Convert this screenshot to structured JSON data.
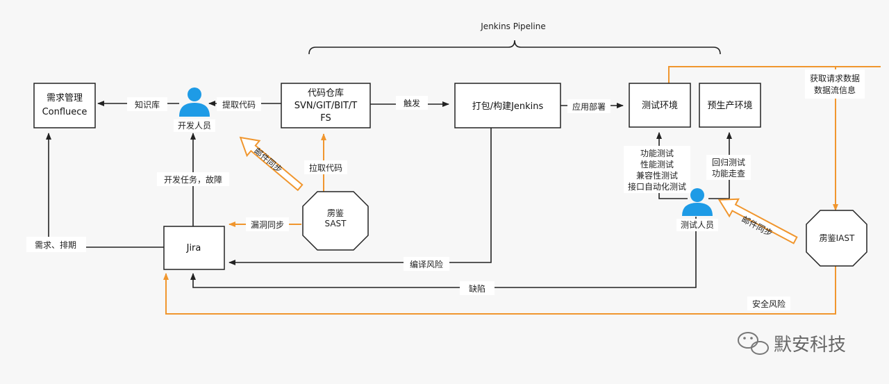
{
  "pipeline": {
    "title": "Jenkins Pipeline"
  },
  "nodes": {
    "req": {
      "line1": "需求管理",
      "line2": "Confluece"
    },
    "dev": {
      "label": "开发人员"
    },
    "repo": {
      "line1": "代码仓库",
      "line2": "SVN/GIT/BIT/T",
      "line3": "FS"
    },
    "build": {
      "label": "打包/构建Jenkins"
    },
    "test_env": {
      "label": "测试环境"
    },
    "preprod": {
      "label": "预生产环境"
    },
    "sast": {
      "line1": "雳鉴",
      "line2": "SAST"
    },
    "iast": {
      "label": "雳鉴IAST"
    },
    "jira": {
      "label": "Jira"
    },
    "tester": {
      "label": "测试人员"
    }
  },
  "edges": {
    "knowledge": "知识库",
    "pull_code_dev": "提取代码",
    "trigger": "触发",
    "deploy": "应用部署",
    "fetch_code": "拉取代码",
    "mail_sync_left": "邮件同步",
    "dev_task": "开发任务，故障",
    "vuln_sync": "漏洞同步",
    "requirement": "需求、排期",
    "compile_risk": "编译风险",
    "defect": "缺陷",
    "test_items": [
      "功能测试",
      "性能测试",
      "兼容性测试",
      "接口自动化测试"
    ],
    "regression": [
      "回归测试",
      "功能走查"
    ],
    "mail_sync_right": "邮件同步",
    "iast_info": [
      "获取请求数据",
      "数据流信息"
    ],
    "security_risk": "安全风险"
  },
  "watermark": "默安科技",
  "colors": {
    "dark": "#222222",
    "orange": "#f0962e",
    "person": "#1e9be6"
  }
}
